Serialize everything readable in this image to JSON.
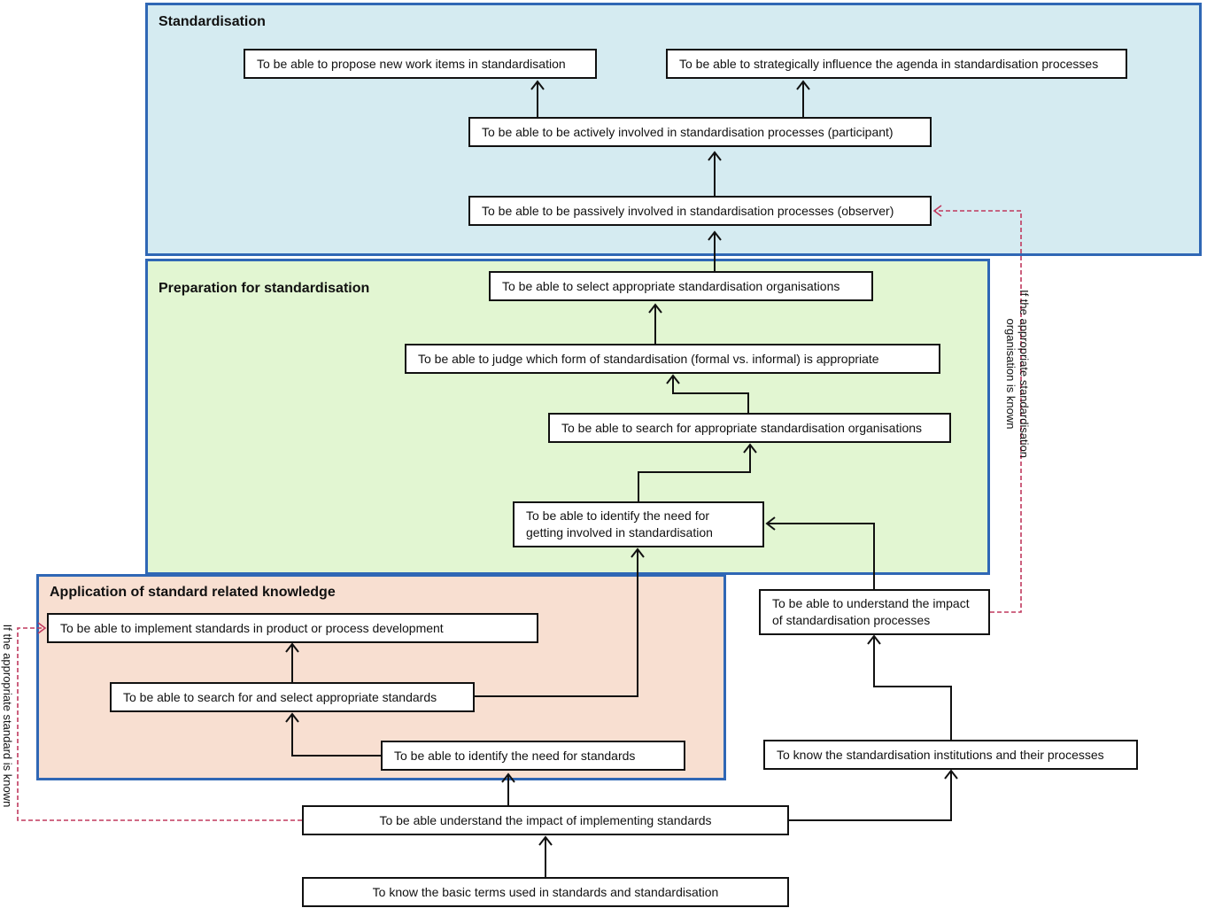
{
  "regions": {
    "standardisation": {
      "title": "Standardisation",
      "fill": "#d5ebf1"
    },
    "preparation": {
      "title": "Preparation for standardisation",
      "fill": "#e2f6d2"
    },
    "application": {
      "title": "Application of standard related knowledge",
      "fill": "#f8dfd1"
    }
  },
  "nodes": {
    "propose_new_work_items": "To be able to propose new work items in standardisation",
    "strategically_influence_agenda": "To be able to strategically influence the agenda in standardisation processes",
    "actively_involved": "To be able to be actively involved in standardisation processes (participant)",
    "passively_involved": "To be able to be passively involved in standardisation processes (observer)",
    "select_organisations": "To be able to select appropriate standardisation organisations",
    "judge_form": "To be able to judge which form of standardisation (formal vs. informal) is appropriate",
    "search_organisations": "To be able to search for appropriate standardisation organisations",
    "identify_need_involvement_line1": "To be able to identify the need for",
    "identify_need_involvement_line2": "getting involved in standardisation",
    "understand_impact_processes_line1": "To be able to understand the impact",
    "understand_impact_processes_line2": "of standardisation processes",
    "implement_standards": "To be able to implement standards in product or process development",
    "search_select_standards": "To be able to search for and select appropriate standards",
    "identify_need_standards": "To be able to identify  the need for standards",
    "know_institutions": "To know the standardisation institutions and their processes",
    "understand_impact_implementing": "To be able understand the impact of implementing standards",
    "know_basic_terms": "To know the basic terms used in standards and standardisation"
  },
  "conditions": {
    "organisation_known_line1": "If the appropriate standardisation",
    "organisation_known_line2": "organisation is  known",
    "standard_known": "If the  appropriate standard is  known"
  },
  "colors": {
    "solid_arrow": "#111111",
    "dashed_arrow": "#c0395e",
    "region_border": "#2f67b5"
  }
}
